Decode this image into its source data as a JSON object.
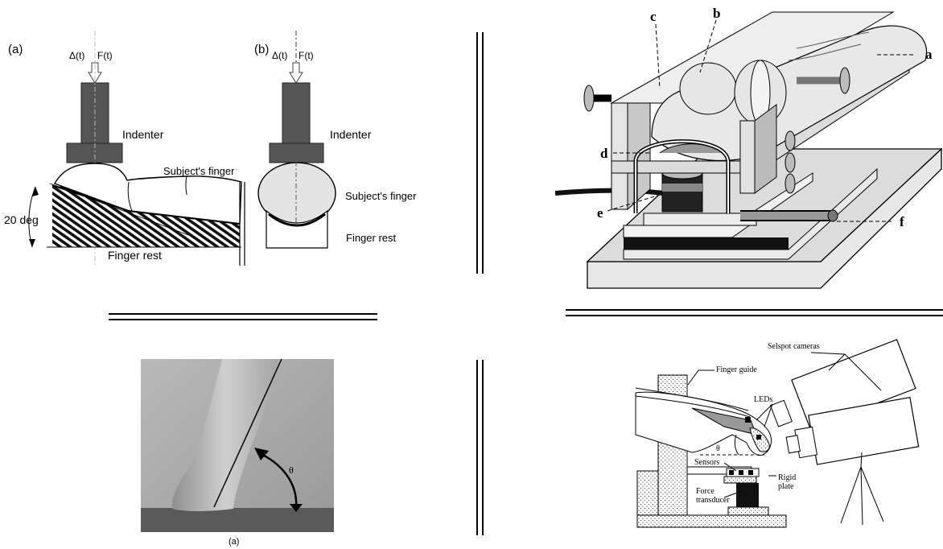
{
  "panel_tl": {
    "label_a": "(a)",
    "label_b": "(b)",
    "delta_a": "Δ(t)",
    "force_a": "F(t)",
    "delta_b": "Δ(t)",
    "force_b": "F(t)",
    "indenter_a": "Indenter",
    "indenter_b": "Indenter",
    "finger_a": "Subject's finger",
    "finger_b": "Subject's finger",
    "angle": "20 deg",
    "rest_a": "Finger rest",
    "rest_b": "Finger rest"
  },
  "panel_tr": {
    "labels": [
      "a",
      "b",
      "c",
      "d",
      "e",
      "f"
    ]
  },
  "panel_bl": {
    "theta": "θ",
    "caption": "(a)"
  },
  "panel_br": {
    "cameras": "Selspot cameras",
    "finger_guide": "Finger guide",
    "leds": "LEDs",
    "theta": "θ",
    "sensors": "Sensors",
    "rigid_plate_1": "Rigid",
    "rigid_plate_2": "plate",
    "force_1": "Force",
    "force_2": "transducer"
  }
}
